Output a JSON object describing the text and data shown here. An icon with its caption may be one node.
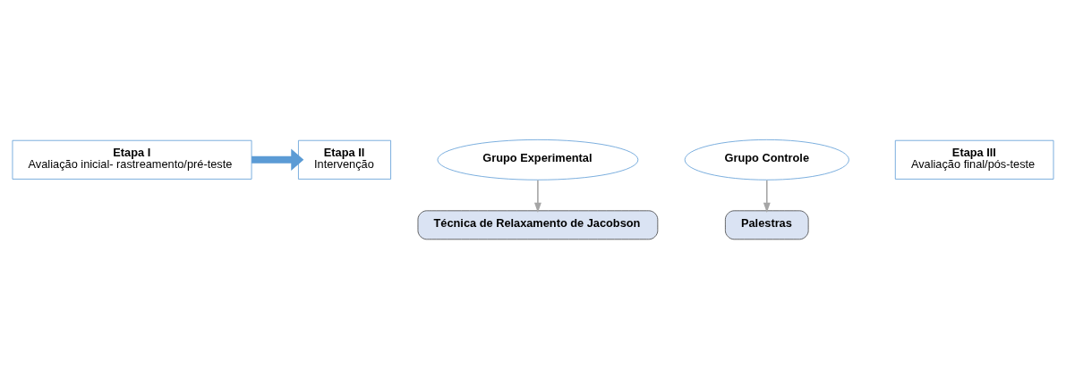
{
  "diagram": {
    "nodes": [
      {
        "text": [
          "Etapa I",
          "Avaliação inicial- rastreamento/pré-teste"
        ]
      },
      {
        "text": [
          "Etapa II",
          "Intervenção"
        ]
      },
      {
        "text": [
          "Grupo Experimental"
        ]
      },
      {
        "text": [
          "Grupo Controle"
        ]
      },
      {
        "text": [
          "Técnica de Relaxamento de Jacobson"
        ]
      },
      {
        "text": [
          "Palestras"
        ]
      },
      {
        "text": [
          "Etapa III",
          "Avaliação final/pós-teste"
        ]
      }
    ],
    "edges": [
      {
        "from": 0,
        "to": 1,
        "arrow": "to",
        "style": "thick",
        "color": "#5b9bd5"
      },
      {
        "from": 2,
        "to": 4,
        "arrow": "to"
      },
      {
        "from": 3,
        "to": 5,
        "arrow": "to"
      }
    ]
  }
}
